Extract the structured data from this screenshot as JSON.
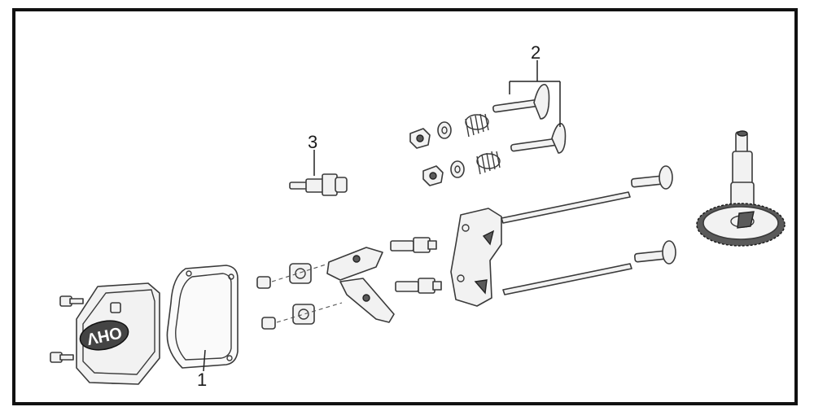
{
  "diagram": {
    "callouts": [
      {
        "id": "1",
        "text": "1"
      },
      {
        "id": "2",
        "text": "2"
      },
      {
        "id": "3",
        "text": "3"
      }
    ],
    "cover_logo_text": "OHV"
  },
  "colors": {
    "frame": "#111111",
    "line": "#3a3a3a",
    "fill": "#f2f2f2",
    "background": "#ffffff"
  }
}
